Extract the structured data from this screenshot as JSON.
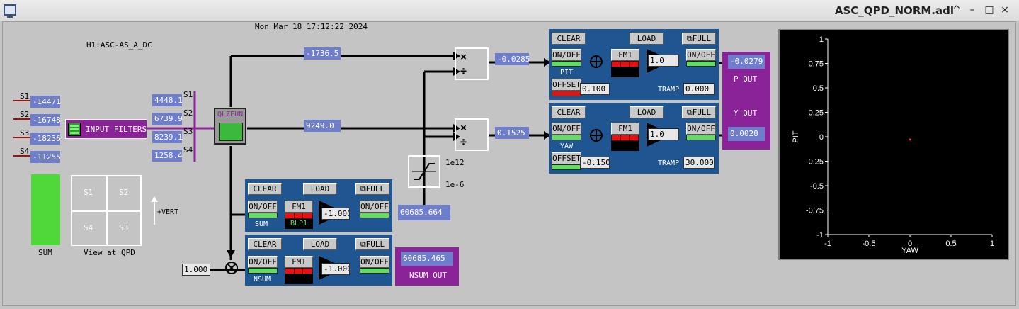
{
  "window": {
    "title": "ASC_QPD_NORM.adl",
    "buttons": [
      "^",
      "–",
      "□",
      "×"
    ]
  },
  "timestamp": "Mon Mar 18 17:12:22 2024",
  "channel": "H1:ASC-AS_A_DC",
  "segments": {
    "labels": [
      "S1",
      "S2",
      "S3",
      "S4"
    ],
    "raw": [
      "-14471",
      "-16748",
      "-18236",
      "-11255"
    ],
    "filtered": [
      "4448.1",
      "6739.9",
      "8239.1",
      "1258.4"
    ]
  },
  "input_filters_label": "INPUT FILTERS",
  "sum_bar_label": "SUM",
  "qpd_view": {
    "cells": [
      "S1",
      "S2",
      "S4",
      "S3"
    ],
    "label": "View at QPD",
    "arrow_label": "+VERT"
  },
  "block_label": "QLZFUN",
  "pit_signal": "-1736.5",
  "yaw_signal": "9249.0",
  "pit_ratio": "-0.0285",
  "yaw_ratio": "0.1525",
  "limiter": {
    "high": "1e12",
    "low": "1e-6"
  },
  "sum_row": {
    "clear": "CLEAR",
    "load": "LOAD",
    "full": "⧉FULL",
    "onoff": "ON/OFF",
    "fm1": "FM1",
    "filter_name": "BLP1",
    "gain": "-1.000",
    "onoff2": "ON/OFF",
    "name": "SUM",
    "output": "60685.664"
  },
  "nsum_row": {
    "input": "1.000",
    "clear": "CLEAR",
    "load": "LOAD",
    "full": "⧉FULL",
    "onoff": "ON/OFF",
    "fm1": "FM1",
    "gain": "-1.000",
    "onoff2": "ON/OFF",
    "name": "NSUM",
    "output": "60685.465",
    "out_label": "NSUM OUT"
  },
  "pit_row": {
    "clear": "CLEAR",
    "load": "LOAD",
    "full": "⧉FULL",
    "onoff": "ON/OFF",
    "name": "PIT",
    "fm1": "FM1",
    "gain": "1.0",
    "onoff2": "ON/OFF",
    "offset_label": "OFFSET",
    "offset": "0.100",
    "tramp_label": "TRAMP",
    "tramp": "0.000",
    "output": "-0.0279",
    "out_label": "P OUT"
  },
  "yaw_row": {
    "clear": "CLEAR",
    "load": "LOAD",
    "full": "⧉FULL",
    "onoff": "ON/OFF",
    "name": "YAW",
    "fm1": "FM1",
    "gain": "1.0",
    "onoff2": "ON/OFF",
    "offset_label": "OFFSET",
    "offset": "-0.150",
    "tramp_label": "TRAMP",
    "tramp": "30.000",
    "output": "0.0028",
    "out_label": "Y OUT"
  },
  "chart_data": {
    "type": "scatter",
    "xlabel": "YAW",
    "ylabel": "PIT",
    "xlim": [
      -1,
      1
    ],
    "ylim": [
      -1,
      1
    ],
    "x_ticks": [
      "-1",
      "-0.5",
      "0",
      "0.5",
      "1"
    ],
    "y_ticks": [
      "1",
      "0.75",
      "0.5",
      "0.25",
      "0",
      "-0.25",
      "-0.5",
      "-0.75",
      "-1"
    ],
    "x_tick_values": [
      -1,
      -0.5,
      0,
      0.5,
      1
    ],
    "y_tick_values": [
      1,
      0.75,
      0.5,
      0.25,
      0,
      -0.25,
      -0.5,
      -0.75,
      -1
    ],
    "points": [
      {
        "x": 0.0028,
        "y": -0.0279
      }
    ],
    "point_color": "#ff3030",
    "background": "#000000"
  }
}
